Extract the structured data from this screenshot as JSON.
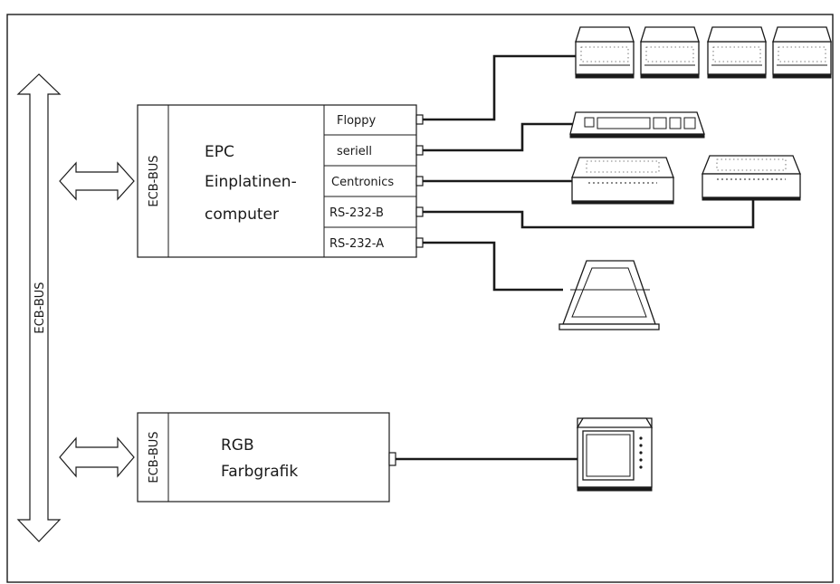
{
  "bus": {
    "label": "ECB-BUS"
  },
  "epc": {
    "bus_label": "ECB-BUS",
    "title_lines": [
      "EPC",
      "Einplatinen-",
      "computer"
    ],
    "ports": [
      "Floppy",
      "seriell",
      "Centronics",
      "RS-232-B",
      "RS-232-A"
    ]
  },
  "rgb": {
    "bus_label": "ECB-BUS",
    "title_lines": [
      "RGB",
      "Farbgrafik"
    ]
  },
  "devices": [
    {
      "name": "floppy-drives-icon"
    },
    {
      "name": "keyboard-icon"
    },
    {
      "name": "printer-icon"
    },
    {
      "name": "printer-2-icon"
    },
    {
      "name": "terminal-icon"
    },
    {
      "name": "color-monitor-icon"
    }
  ]
}
